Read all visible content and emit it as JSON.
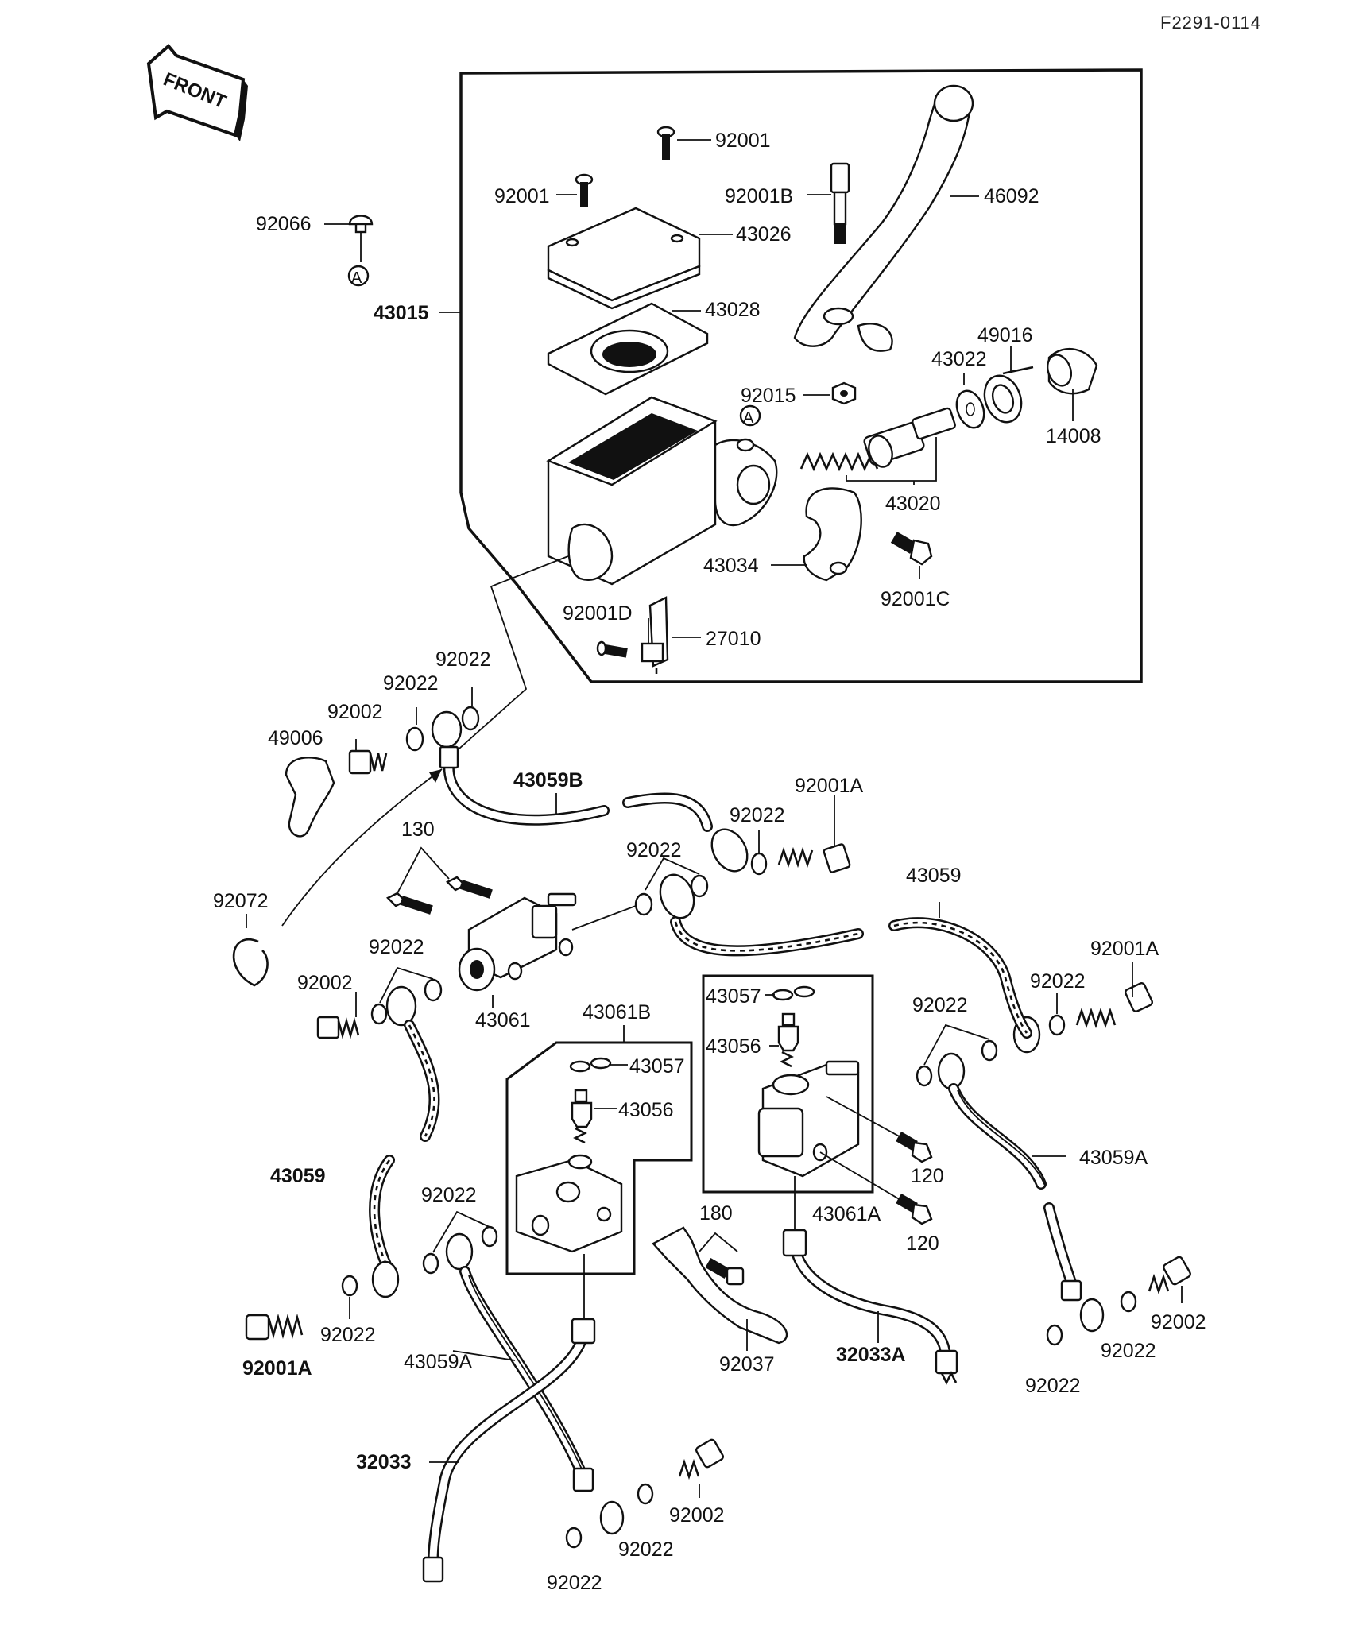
{
  "diagram_code": "F2291-0114",
  "front_label": "FRONT",
  "ref_marker": "A",
  "parts": {
    "p92066": "92066",
    "p43015": "43015",
    "p92001_top": "92001",
    "p92001_left": "92001",
    "p92001B": "92001B",
    "p46092": "46092",
    "p43026": "43026",
    "p43028": "43028",
    "p49016": "49016",
    "p43022": "43022",
    "p92015": "92015",
    "p14008": "14008",
    "p43020": "43020",
    "p43034": "43034",
    "p92001C": "92001C",
    "p92001D": "92001D",
    "p27010": "27010",
    "p92022_a": "92022",
    "p92022_b": "92022",
    "p92002_a": "92002",
    "p49006": "49006",
    "p43059B": "43059B",
    "p92001A_a": "92001A",
    "p92022_c": "92022",
    "p130": "130",
    "p92022_d": "92022",
    "p43059_a": "43059",
    "p92072": "92072",
    "p92022_e": "92022",
    "p92001A_b": "92001A",
    "p92002_b": "92002",
    "p43061": "43061",
    "p43057_a": "43057",
    "p43056_a": "43056",
    "p92022_f": "92022",
    "p92022_g": "92022",
    "p43061B": "43061B",
    "p43057_b": "43057",
    "p43056_b": "43056",
    "p43059_b": "43059",
    "p43059A_a": "43059A",
    "p120_a": "120",
    "p43061A": "43061A",
    "p120_b": "120",
    "p92022_h": "92022",
    "p180": "180",
    "p92001A_c": "92001A",
    "p92022_i": "92022",
    "p92037": "92037",
    "p32033A": "32033A",
    "p92002_c": "92002",
    "p92022_j": "92022",
    "p92022_k": "92022",
    "p43059A_b": "43059A",
    "p32033": "32033",
    "p92002_d": "92002",
    "p92022_l": "92022",
    "p92022_m": "92022"
  }
}
